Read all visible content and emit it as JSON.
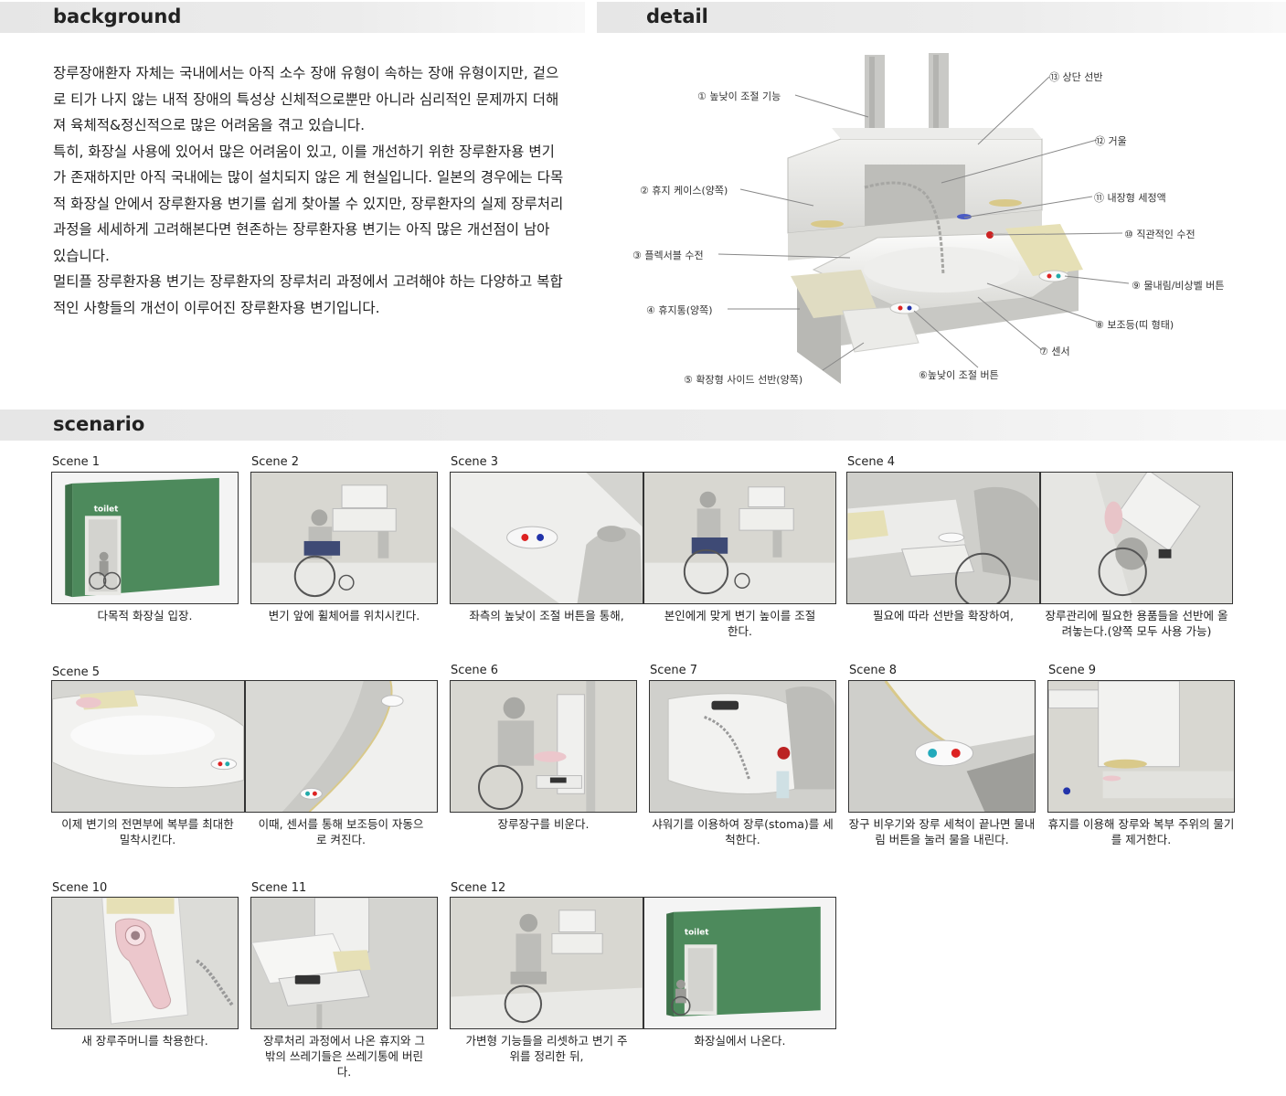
{
  "sections": {
    "background": "background",
    "detail": "detail",
    "scenario": "scenario"
  },
  "background_paragraphs": [
    "장루장애환자 자체는 국내에서는 아직 소수 장애 유형이 속하는 장애 유형이지만, 겉으로 티가 나지 않는 내적 장애의 특성상 신체적으로뿐만 아니라 심리적인 문제까지 더해져 육체적&정신적으로 많은 어려움을 겪고 있습니다.",
    " 특히, 화장실 사용에 있어서 많은 어려움이 있고, 이를 개선하기 위한 장루환자용 변기가 존재하지만 아직 국내에는 많이 설치되지 않은 게 현실입니다. 일본의 경우에는 다목적 화장실 안에서 장루환자용 변기를 쉽게 찾아볼 수 있지만, 장루환자의 실제 장루처리과정을 세세하게 고려해본다면 현존하는 장루환자용 변기는 아직 많은 개선점이 남아 있습니다.",
    " 멀티플 장루환자용 변기는 장루환자의 장루처리 과정에서 고려해야 하는 다양하고 복합적인 사항들의 개선이 이루어진 장루환자용 변기입니다."
  ],
  "detail_callouts": {
    "c1": "① 높낮이 조절 기능",
    "c2": "② 휴지 케이스(양쪽)",
    "c3": "③ 플렉서블 수전",
    "c4": "④ 휴지통(양쪽)",
    "c5": "⑤ 확장형  사이드 선반(양쪽)",
    "c6": "⑥높낮이 조절  버튼",
    "c7": "⑦ 센서",
    "c8": "⑧ 보조등(띠 형태)",
    "c9": "⑨ 물내림/비상벨 버튼",
    "c10": "⑩ 직관적인 수전",
    "c11": "⑪ 내장형 세정액",
    "c12": "⑫ 거울",
    "c13": "⑬ 상단 선반"
  },
  "scenes": {
    "s1": "Scene 1",
    "s2": "Scene 2",
    "s3": "Scene 3",
    "s4": "Scene 4",
    "s5": "Scene 5",
    "s6": "Scene 6",
    "s7": "Scene 7",
    "s8": "Scene 8",
    "s9": "Scene 9",
    "s10": "Scene 10",
    "s11": "Scene 11",
    "s12": "Scene 12"
  },
  "captions": {
    "c1": "다목적 화장실 입장.",
    "c2": "변기 앞에 휠체어를 위치시킨다.",
    "c3a": "좌측의 높낮이 조절 버튼을 통해,",
    "c3b": "본인에게 맞게 변기 높이를 조절한다.",
    "c4a": "필요에 따라 선반을 확장하여,",
    "c4b": "장루관리에 필요한 용품들을 선반에 올려놓는다.(양쪽 모두 사용 가능)",
    "c5a": "이제 변기의 전면부에 복부를 최대한 밀착시킨다.",
    "c5b": "이때, 센서를 통해 보조등이 자동으로 켜진다.",
    "c6": "장루장구를 비운다.",
    "c7": "샤워기를 이용하여 장루(stoma)를 세척한다.",
    "c8": "장구 비우기와 장루 세척이 끝나면 물내림 버튼을 눌러 물을 내린다.",
    "c9": "휴지를 이용해 장루와 복부 주위의 물기를 제거한다.",
    "c10": "새 장루주머니를 착용한다.",
    "c11": "장루처리 과정에서 나온 휴지와 그 밖의 쓰레기들은 쓰레기통에 버린다.",
    "c12a": "가변형 기능들을 리셋하고 변기 주위를 정리한 뒤,",
    "c12b": "화장실에서 나온다."
  },
  "toilet_sign": "toilet"
}
